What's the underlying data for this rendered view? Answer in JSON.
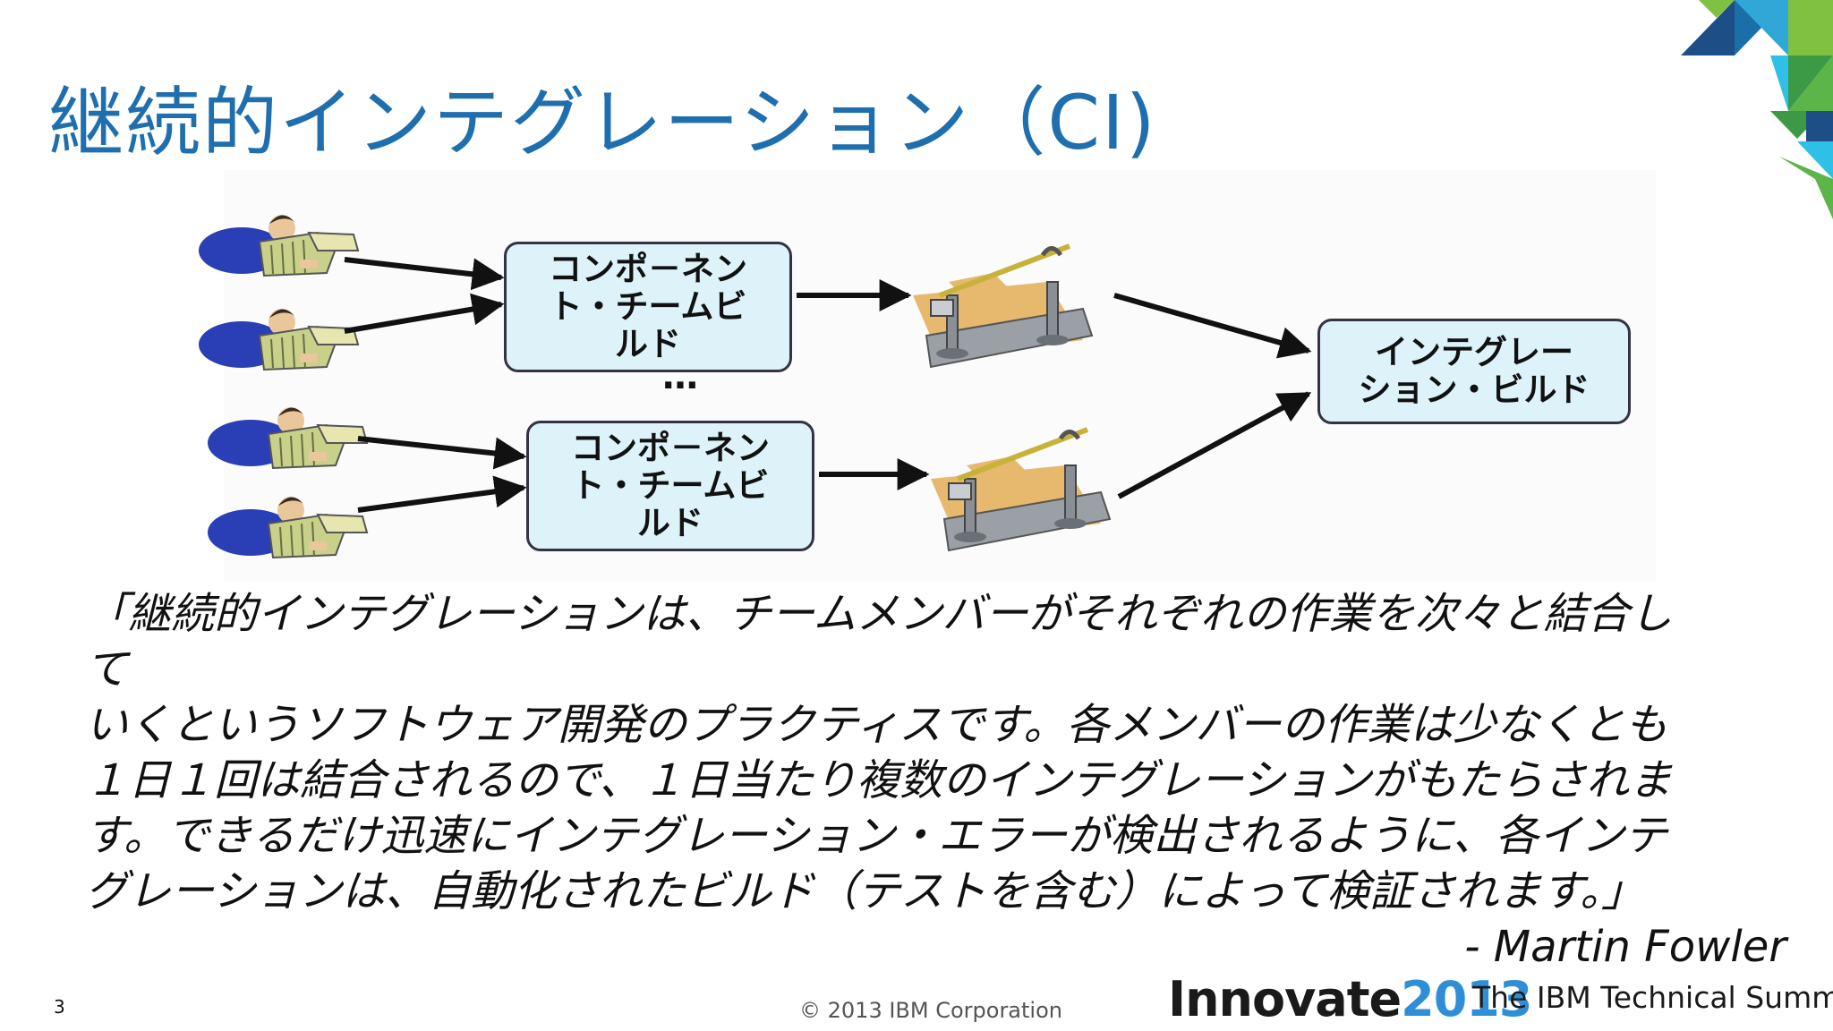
{
  "slide": {
    "title": "継続的インテグレーション（CI)",
    "page_number": "3",
    "copyright": "© 2013 IBM Corporation",
    "brand_name": "Innovate",
    "brand_year": "2013",
    "tagline": "The IBM Technical Summit"
  },
  "diagram": {
    "component_build_1": [
      "コンポ－ネン",
      "ト・チームビ",
      "ルド"
    ],
    "component_build_2": [
      "コンポ－ネン",
      "ト・チームビ",
      "ルド"
    ],
    "integration_build": [
      "インテグレー",
      "ション・ビルド"
    ],
    "ellipsis": "…",
    "colors": {
      "box_fill": "#ddf3f9",
      "person": "#2a3fb5",
      "paper": "#c8d08a",
      "board": "#e6b96e"
    }
  },
  "quote": {
    "lines": [
      "「継続的インテグレーションは、チームメンバーがそれぞれの作業を次々と結合し",
      "て",
      "いくというソフトウェア開発のプラクティスです。各メンバーの作業は少なくとも",
      "１日１回は結合されるので、１日当たり複数のインテグレーションがもたらされま",
      "す。できるだけ迅速にインテグレーション・エラーが検出されるように、各インテ",
      "グレーションは、自動化されたビルド（テストを含む）によって検証されます。」"
    ],
    "author": "- Martin Fowler"
  },
  "deco": {
    "colors": [
      "#1d4f86",
      "#30a7d6",
      "#7fc241",
      "#3c9a47",
      "#2ec0e6"
    ]
  }
}
